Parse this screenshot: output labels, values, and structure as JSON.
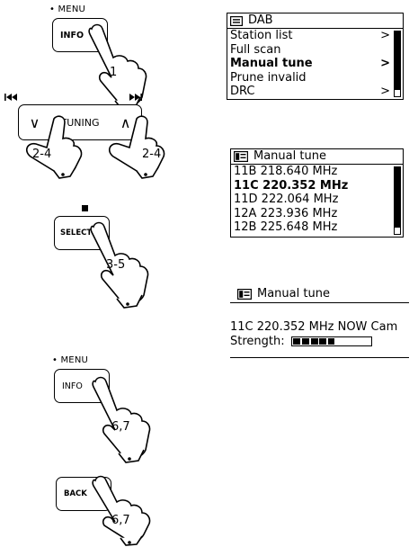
{
  "left_column": {
    "menu_caption_top": "• MENU",
    "info_label": "INFO",
    "info_step": "1",
    "skip_back_icon": "skip-back",
    "skip_fwd_icon": "skip-forward",
    "tuning_label": "TUNING",
    "tuning_down_glyph": "∨",
    "tuning_up_glyph": "∧",
    "tuning_step_left": "2-4",
    "tuning_step_right": "2-4",
    "stop_icon": "stop-square",
    "select_label": "SELECT",
    "select_step": "3-5",
    "menu_caption_bottom": "• MENU",
    "info2_label": "INFO",
    "info2_step": "6,7",
    "back_label": "BACK",
    "back_step": "6,7"
  },
  "screen1": {
    "title": "DAB",
    "items": [
      {
        "label": "Station list",
        "chevron": ">"
      },
      {
        "label": "Full scan",
        "chevron": ""
      },
      {
        "label": "Manual tune",
        "chevron": ">"
      },
      {
        "label": "Prune invalid",
        "chevron": ""
      },
      {
        "label": "DRC",
        "chevron": ">"
      }
    ],
    "selected_index": 2,
    "scroll_fraction": 0.9
  },
  "screen2": {
    "title": "Manual tune",
    "items": [
      "11B 218.640 MHz",
      "11C 220.352 MHz",
      "11D 222.064 MHz",
      "12A 223.936 MHz",
      "12B 225.648 MHz"
    ],
    "selected_index": 1,
    "scroll_fraction": 0.9
  },
  "screen3": {
    "title": "Manual tune",
    "line1": "11C 220.352 MHz NOW Cam",
    "strength_label": "Strength:",
    "strength_level": 0.55
  }
}
